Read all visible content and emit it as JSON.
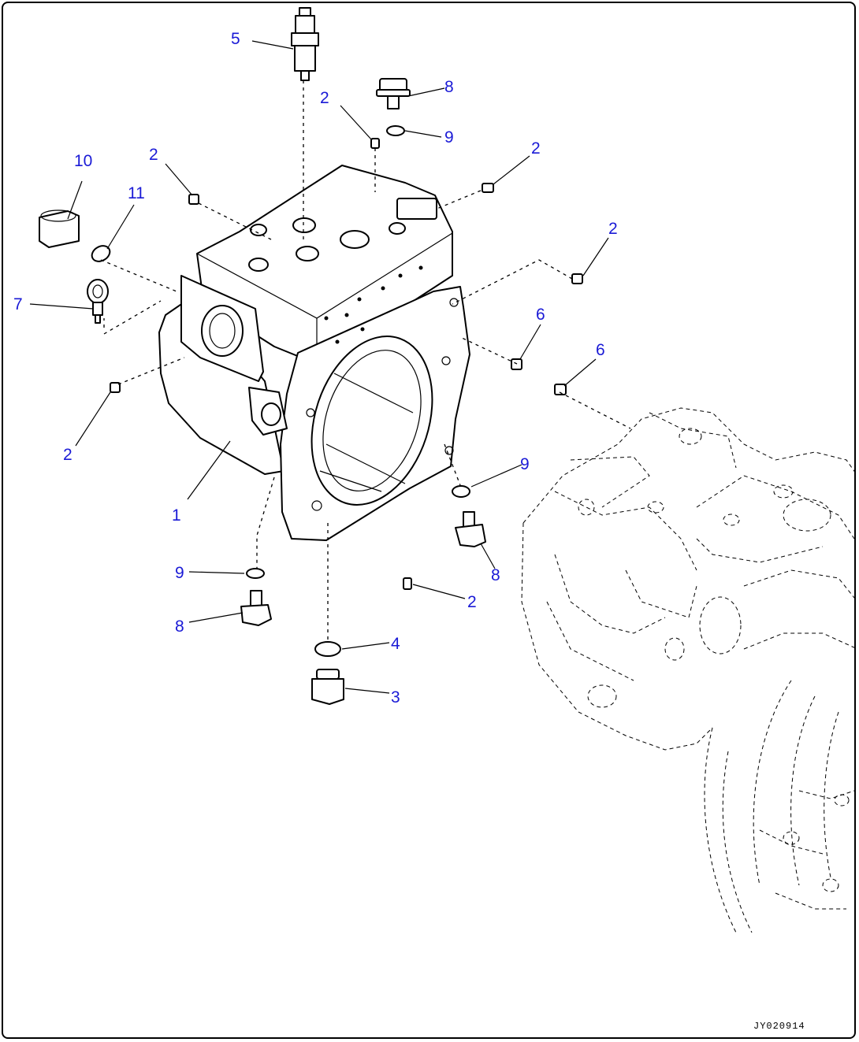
{
  "figure_id": "JY020914",
  "callouts": [
    {
      "label": "5"
    },
    {
      "label": "8"
    },
    {
      "label": "2"
    },
    {
      "label": "9"
    },
    {
      "label": "2"
    },
    {
      "label": "10"
    },
    {
      "label": "11"
    },
    {
      "label": "2"
    },
    {
      "label": "2"
    },
    {
      "label": "7"
    },
    {
      "label": "6"
    },
    {
      "label": "6"
    },
    {
      "label": "2"
    },
    {
      "label": "9"
    },
    {
      "label": "1"
    },
    {
      "label": "8"
    },
    {
      "label": "9"
    },
    {
      "label": "2"
    },
    {
      "label": "8"
    },
    {
      "label": "4"
    },
    {
      "label": "3"
    }
  ]
}
